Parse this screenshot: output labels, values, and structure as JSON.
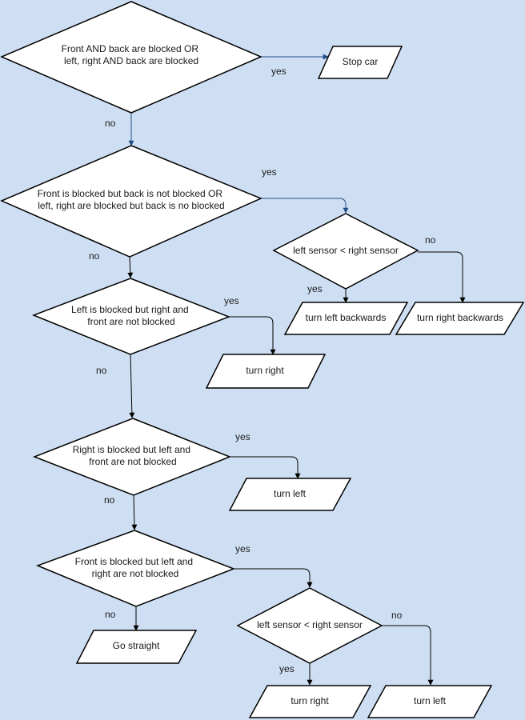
{
  "nodes": {
    "d1": [
      "Front AND back are blocked OR",
      "left, right AND back are blocked"
    ],
    "d2": [
      "Front is blocked but back is not blocked OR",
      "left, right are blocked but back is no blocked"
    ],
    "d3": [
      "Left is blocked but right and",
      "front are not blocked"
    ],
    "d4": [
      "Right is blocked but left and",
      "front are not blocked"
    ],
    "d5": [
      "Front is blocked but left and",
      "right are not blocked"
    ],
    "d6": [
      "left sensor < right sensor"
    ],
    "d7": [
      "left sensor < right sensor"
    ],
    "p_stop": "Stop car",
    "p_left_back": "turn left backwards",
    "p_right_back": "turn right backwards",
    "p_turn_right_1": "turn right",
    "p_turn_left_1": "turn left",
    "p_go_straight": "Go straight",
    "p_turn_right_2": "turn right",
    "p_turn_left_2": "turn left"
  },
  "edge_labels": {
    "d1_yes": "yes",
    "d1_no": "no",
    "d2_yes": "yes",
    "d2_no": "no",
    "d6_yes": "yes",
    "d6_no": "no",
    "d3_yes": "yes",
    "d3_no": "no",
    "d4_yes": "yes",
    "d4_no": "no",
    "d5_yes": "yes",
    "d5_no": "no",
    "d7_yes": "yes",
    "d7_no": "no"
  },
  "colors": {
    "background": "#cfdff3",
    "shape_fill": "#ffffff",
    "stroke": "#000000",
    "accent_edge": "#1f4e85"
  }
}
